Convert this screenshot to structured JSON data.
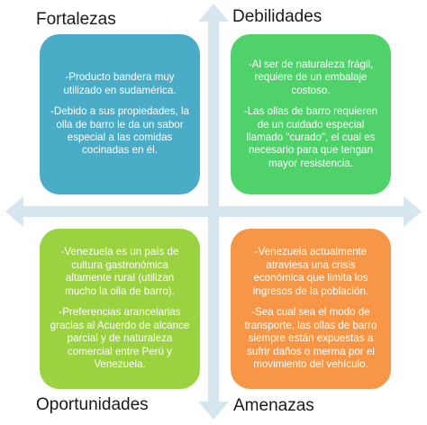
{
  "quadrants": {
    "top_left": {
      "title": "Fortalezas",
      "color": "#4aacc6",
      "items": [
        "-Producto bandera muy utilizado en sudamérica.",
        "-Debido a sus propiedades, la olla de barro le da un sabor especial a las comidas cocinadas en él."
      ]
    },
    "top_right": {
      "title": "Debilidades",
      "color": "#4fd26a",
      "items": [
        "-Al ser de naturaleza frágil, requiere de un embalaje costoso.",
        "-Las ollas de barro requieren de un cuidado especial llamado \"curado\", el cual es necesario para que tengan mayor resistencia."
      ]
    },
    "bottom_left": {
      "title": "Oportunidades",
      "color": "#9ad240",
      "items": [
        "-Venezuela es un país de cultura gastronómica altamente rural (utilizan mucho la olla de barro).",
        "-Preferencias arancelarias gracias al  Acuerdo de alcance parcial y de naturaleza comercial entre Perú y Venezuela."
      ]
    },
    "bottom_right": {
      "title": "Amenazas",
      "color": "#f79646",
      "items": [
        "-Venezuela actualmente atraviesa una crisis económica que limita los ingresos de la población.",
        "-Sea cual sea el modo de transporte, las ollas de barro siempre están expuestas a sufrir daños o merma por el movimiento del vehículo."
      ]
    }
  },
  "arrow_color": "#d6e6ee"
}
